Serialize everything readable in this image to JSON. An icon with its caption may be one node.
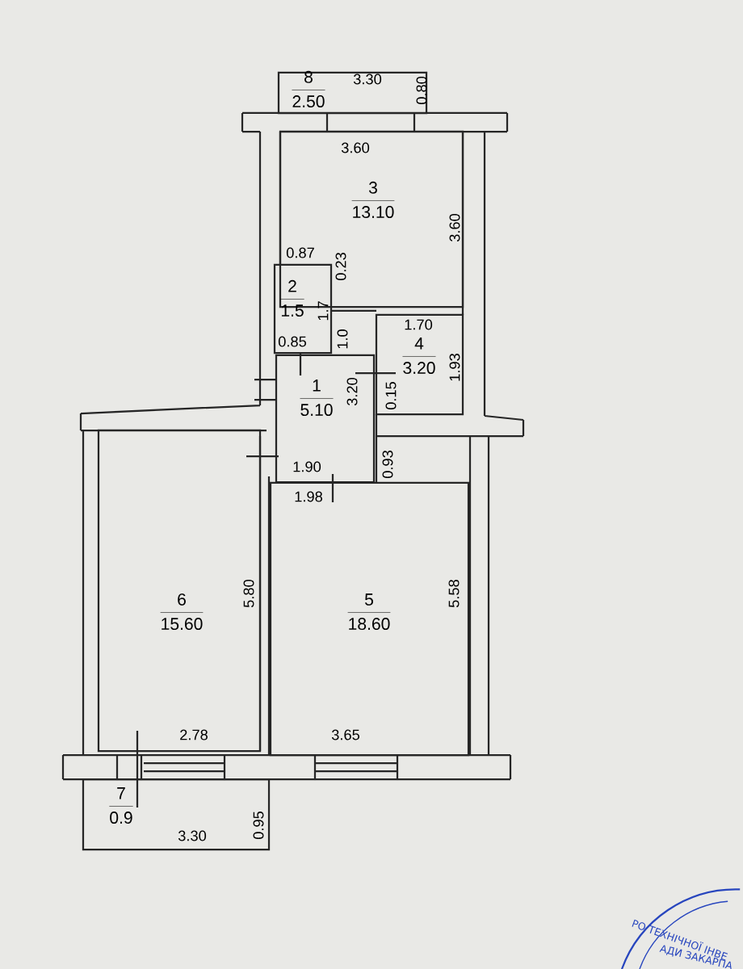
{
  "diagram": {
    "nodes": [
      {
        "text": [
          "8",
          "2.50"
        ]
      },
      {
        "text": [
          "3",
          "13.10"
        ]
      },
      {
        "text": [
          "2",
          "1.5"
        ]
      },
      {
        "text": [
          "1",
          "5.10"
        ]
      },
      {
        "text": [
          "4",
          "3.20"
        ]
      },
      {
        "text": [
          "6",
          "15.60"
        ]
      },
      {
        "text": [
          "5",
          "18.60"
        ]
      },
      {
        "text": [
          "7",
          "0.9"
        ]
      }
    ],
    "labels": [
      "3.30",
      "0.80",
      "3.60",
      "3.60",
      "0.87",
      "0.23",
      "1.7",
      "0.85",
      "1.0",
      "1.70",
      "1.93",
      "3.20",
      "0.15",
      "1.90",
      "0.93",
      "1.98",
      "5.80",
      "5.58",
      "2.78",
      "3.65",
      "3.30",
      "0.95",
      "РО ТЕХНІЧНОЇ ІНВЕ",
      "АДИ ЗАКАРПА"
    ]
  }
}
